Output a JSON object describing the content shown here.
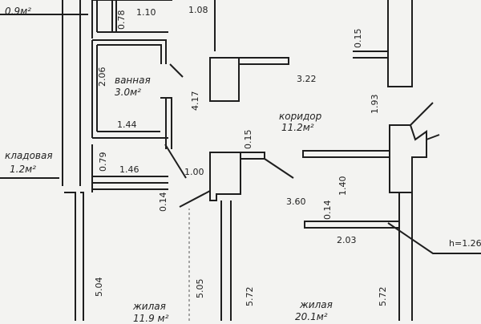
{
  "plan": {
    "colors": {
      "paper": "#f3f3f1",
      "ink": "#1e1e1e",
      "wall_fill": "#ececea"
    },
    "rooms": {
      "top_left_area": "0.9м²",
      "bathroom_name": "ванная",
      "bathroom_area": "3.0м²",
      "corridor_name": "коридор",
      "corridor_area": "11.2м²",
      "storage_name": "кладовая",
      "storage_area": "1.2м²",
      "living1_name": "жилая",
      "living1_area": "11.9 м²",
      "living2_name": "жилая",
      "living2_area": "20.1м²"
    },
    "dimensions": {
      "d_078": "0.78",
      "d_110": "1.10",
      "d_108": "1.08",
      "d_015_top": "0.15",
      "d_322": "3.22",
      "d_206": "2.06",
      "d_417": "4.17",
      "d_193": "1.93",
      "d_144": "1.44",
      "d_015_mid": "0.15",
      "d_079": "0.79",
      "d_146": "1.46",
      "d_100": "1.00",
      "d_014_left": "0.14",
      "d_360": "3.60",
      "d_014_right": "0.14",
      "d_140": "1.40",
      "d_203": "2.03",
      "d_504": "5.04",
      "d_505": "5.05",
      "d_572_a": "5.72",
      "d_572_b": "5.72",
      "ceiling_height": "h=1.26"
    }
  }
}
